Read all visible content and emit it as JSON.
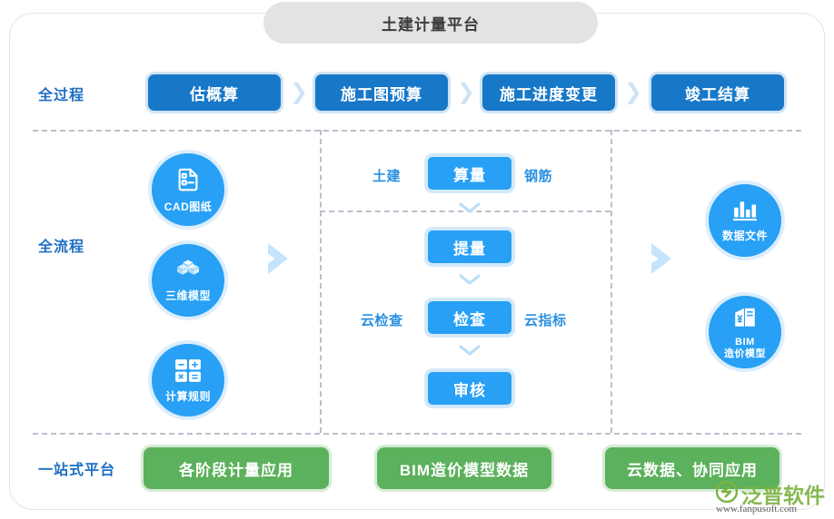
{
  "header": {
    "title": "土建计量平台"
  },
  "rows": {
    "process_label": "全过程",
    "workflow_label": "全流程",
    "platform_label": "一站式平台"
  },
  "process_steps": [
    {
      "label": "估概算"
    },
    {
      "label": "施工图预算"
    },
    {
      "label": "施工进度变更"
    },
    {
      "label": "竣工结算"
    }
  ],
  "process_separator": "❯",
  "left_column": [
    {
      "label": "CAD图纸",
      "icon": "cad-drawing-icon"
    },
    {
      "label": "三维模型",
      "icon": "three-d-model-icon"
    },
    {
      "label": "计算规则",
      "icon": "calculator-icon"
    }
  ],
  "center_column": [
    {
      "label": "算量",
      "left_word": "土建",
      "right_word": "钢筋"
    },
    {
      "label": "提量",
      "left_word": "",
      "right_word": ""
    },
    {
      "label": "检查",
      "left_word": "云检查",
      "right_word": "云指标"
    },
    {
      "label": "审核",
      "left_word": "",
      "right_word": ""
    }
  ],
  "right_column": [
    {
      "label": "数据文件",
      "icon": "bar-chart-icon"
    },
    {
      "label": "BIM\n造价模型",
      "icon": "bim-cost-model-icon"
    }
  ],
  "platform_items": [
    {
      "label": "各阶段计量应用"
    },
    {
      "label": "BIM造价模型数据"
    },
    {
      "label": "云数据、协同应用"
    }
  ],
  "watermark": {
    "name": "泛普软件",
    "url": "www.fanpusoft.com"
  },
  "colors": {
    "title_pill": "#e3e3e3",
    "process_blue": "#1878c8",
    "node_blue": "#27a0f5",
    "label_blue": "#1f6fc4",
    "platform_green": "#5cb15c",
    "dashed_gray": "#b9c1cc",
    "arrow_light_blue": "#c5e4fb",
    "watermark_green": "#7cb342"
  }
}
